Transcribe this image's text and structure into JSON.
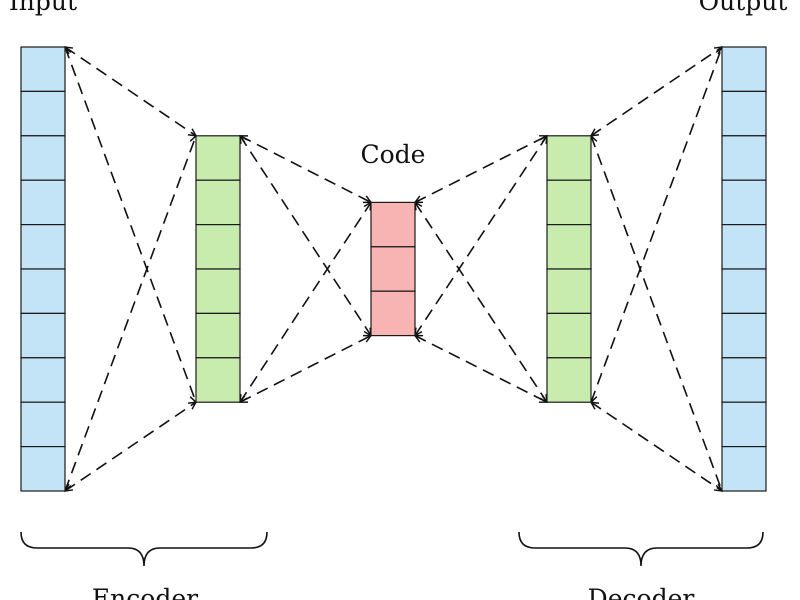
{
  "title": "Autoencoder architecture",
  "labels": {
    "input": "Input",
    "output": "Output",
    "code": "Code",
    "encoder": "Encoder",
    "decoder": "Decoder"
  },
  "layers": [
    {
      "name": "input",
      "units": 10,
      "color": "#c3e3f7"
    },
    {
      "name": "encoder-hidden",
      "units": 6,
      "color": "#c8ecae"
    },
    {
      "name": "code",
      "units": 3,
      "color": "#f8b3b3"
    },
    {
      "name": "decoder-hidden",
      "units": 6,
      "color": "#c8ecae"
    },
    {
      "name": "output",
      "units": 10,
      "color": "#c3e3f7"
    }
  ],
  "connection_style": "dashed, bidirectional arrows between corners of adjacent layers",
  "colors": {
    "stroke": "#111111",
    "background": "#ffffff"
  }
}
